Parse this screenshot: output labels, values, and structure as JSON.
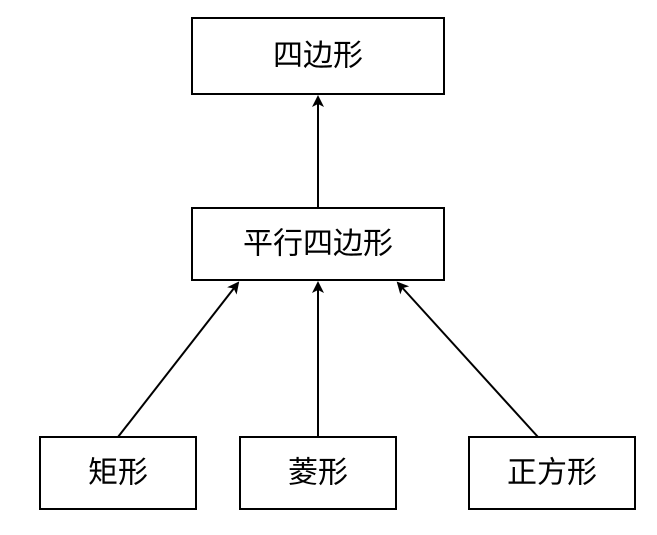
{
  "nodes": {
    "quadrilateral": "四边形",
    "parallelogram": "平行四边形",
    "rectangle": "矩形",
    "rhombus": "菱形",
    "square": "正方形"
  },
  "edges": [
    {
      "from": "parallelogram",
      "to": "quadrilateral"
    },
    {
      "from": "rectangle",
      "to": "parallelogram"
    },
    {
      "from": "rhombus",
      "to": "parallelogram"
    },
    {
      "from": "square",
      "to": "parallelogram"
    }
  ],
  "colors": {
    "stroke": "#000000",
    "fill": "#ffffff"
  }
}
